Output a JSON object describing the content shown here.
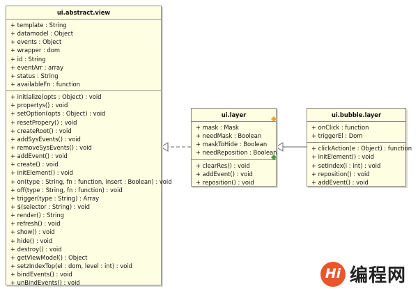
{
  "classes": {
    "abstract_view": {
      "name": "ui.abstract.view",
      "attributes": [
        "+ template : String",
        "+ datamodel : Object",
        "+ events : Object",
        "+ wrapper : dom",
        "+ id : String",
        "+ eventArr : array",
        "+ status : String",
        "+ availableFn : function"
      ],
      "operations": [
        "+ initialize(opts : Object) : void",
        "+ propertys() : void",
        "+ setOption(opts : Object) : void",
        "+ resetPropery() : void",
        "+ createRoot() : void",
        "+ addSysEvents() : void",
        "+ removeSysEvents() : void",
        "+ addEvent() : void",
        "+ create() : void",
        "+ initElement() : void",
        "+ on(type : String, fn : function, insert : Boolean) : void",
        "+ off(type : String, fn : function) : void",
        "+ trigger(type : String) : Array",
        "+ $(selector : String) : void",
        "+ render() : String",
        "+ refresh() : void",
        "+ show() : void",
        "+ hide() : void",
        "+ destroy() : void",
        "+ getViewModel() : Object",
        "+ setzIndexTop(el : dom, level : int) : void",
        "+ bindEvents() : void",
        "+ unBindEvents() : void"
      ]
    },
    "layer": {
      "name": "ui.layer",
      "attributes": [
        "+ mask : Mask",
        "+ needMask : Boolean",
        "+ maskToHide : Boolean",
        "+ needReposition : Boolean"
      ],
      "operations": [
        "+ clearRes() : void",
        "+ addEvent() : void",
        "+ reposition() : void"
      ]
    },
    "bubble_layer": {
      "name": "ui.bubble.layer",
      "attributes": [
        "+ onClick : function",
        "+ triggerEl : Dom"
      ],
      "operations": [
        "+ clickAction(e : Object) : function",
        "+ initElement() : void",
        "+ setIndex(i : int) : void",
        "+ reposition() : void",
        "+ addEvent() : void"
      ]
    }
  },
  "relations": [
    {
      "from": "ui.layer",
      "to": "ui.abstract.view",
      "kind": "generalization"
    },
    {
      "from": "ui.bubble.layer",
      "to": "ui.layer",
      "kind": "generalization"
    }
  ],
  "watermark": {
    "logo_text": "Hi",
    "brand_text": "编程网"
  },
  "colors": {
    "class_fill": "#fefee2",
    "class_border": "#8c8a7e",
    "line": "#666666",
    "marker_orange": "#f0a030",
    "marker_green": "#4a9a4a",
    "logo": "#e8562a"
  }
}
